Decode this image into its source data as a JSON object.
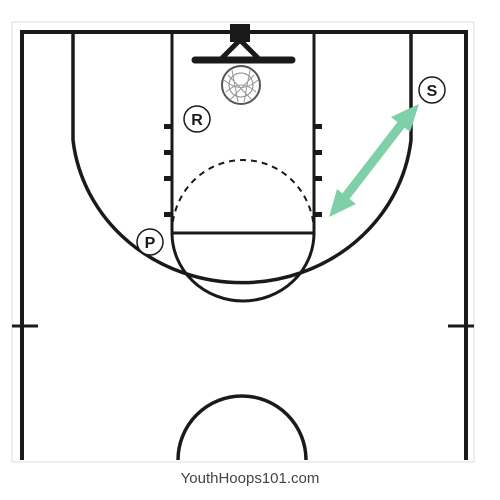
{
  "diagram": {
    "players": [
      {
        "id": "R",
        "label": "R"
      },
      {
        "id": "P",
        "label": "P"
      },
      {
        "id": "S",
        "label": "S"
      }
    ],
    "movement_arrow": {
      "from": "wing-S",
      "to": "lane-block",
      "style": "double-headed",
      "color": "#7fcfa8"
    }
  },
  "colors": {
    "court_lines": "#1a1a1a",
    "background": "#ffffff",
    "arrow": "#7fcfa8"
  },
  "footer": {
    "credit": "YouthHoops101.com"
  }
}
